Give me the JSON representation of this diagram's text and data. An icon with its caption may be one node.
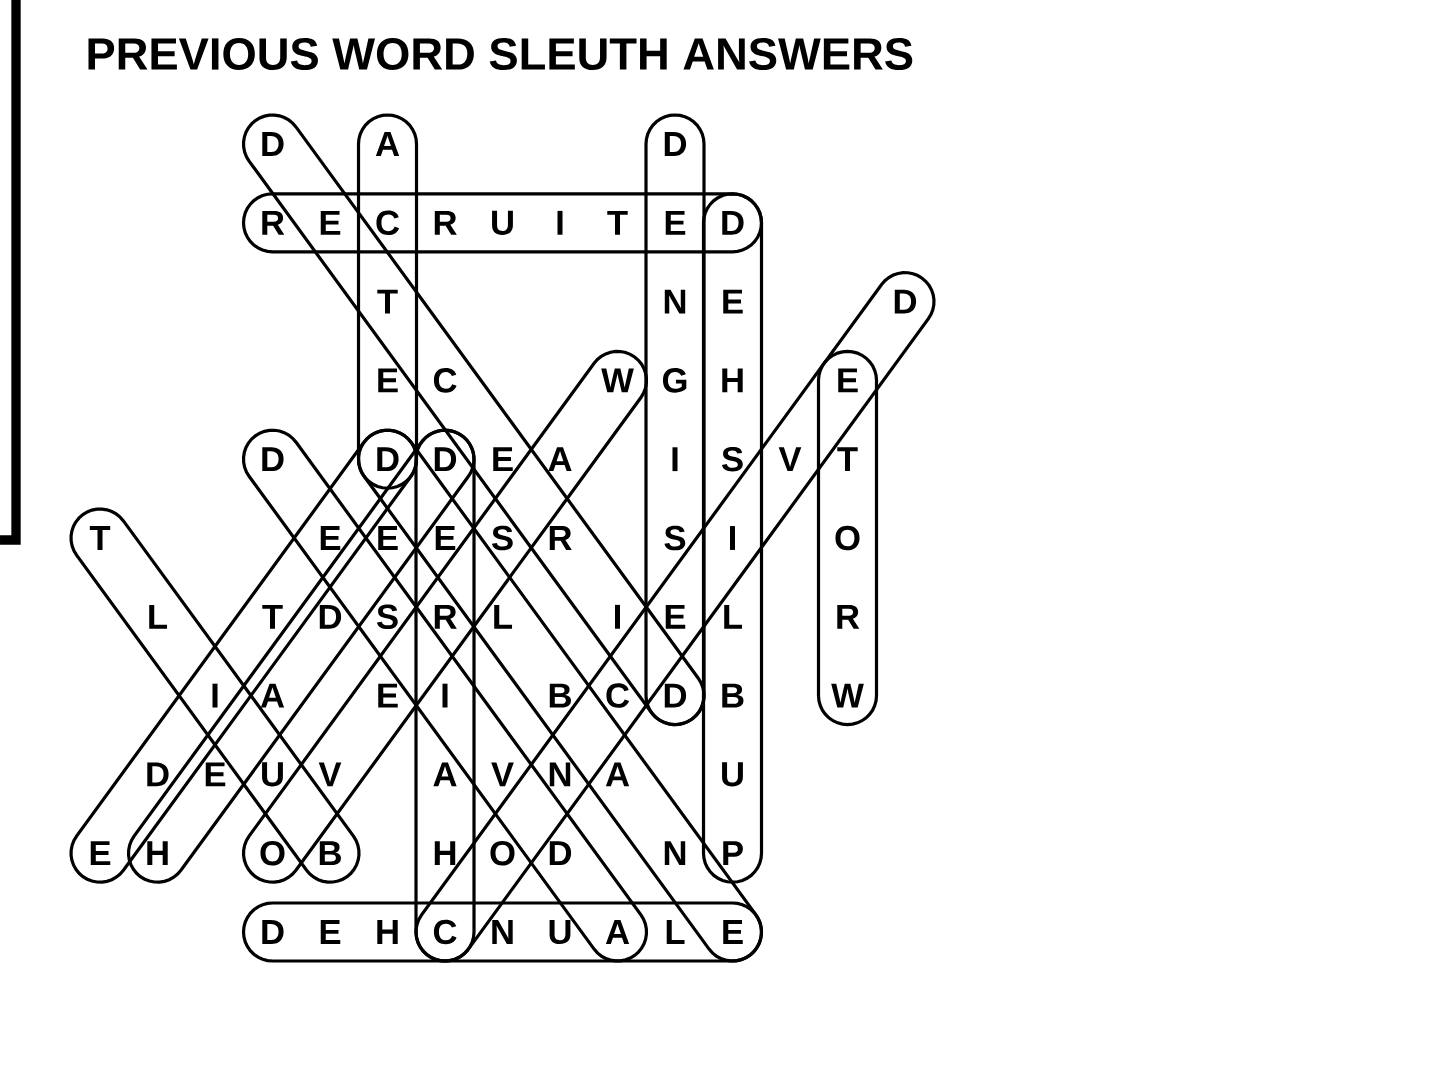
{
  "diagram": {
    "title": "PREVIOUS WORD SLEUTH ANSWERS",
    "labels": [
      "D",
      "A",
      "D",
      "R",
      "E",
      "C",
      "R",
      "U",
      "I",
      "T",
      "E",
      "D",
      "T",
      "N",
      "E",
      "D",
      "E",
      "C",
      "W",
      "G",
      "H",
      "E",
      "D",
      "D",
      "D",
      "E",
      "A",
      "I",
      "S",
      "V",
      "T",
      "T",
      "E",
      "E",
      "E",
      "S",
      "R",
      "S",
      "I",
      "O",
      "L",
      "T",
      "D",
      "S",
      "R",
      "L",
      "I",
      "E",
      "L",
      "R",
      "I",
      "A",
      "E",
      "I",
      "B",
      "C",
      "D",
      "B",
      "W",
      "D",
      "E",
      "U",
      "V",
      "A",
      "V",
      "N",
      "A",
      "U",
      "E",
      "H",
      "O",
      "B",
      "H",
      "O",
      "D",
      "N",
      "P",
      "D",
      "E",
      "H",
      "C",
      "N",
      "U",
      "A",
      "L",
      "E"
    ]
  }
}
